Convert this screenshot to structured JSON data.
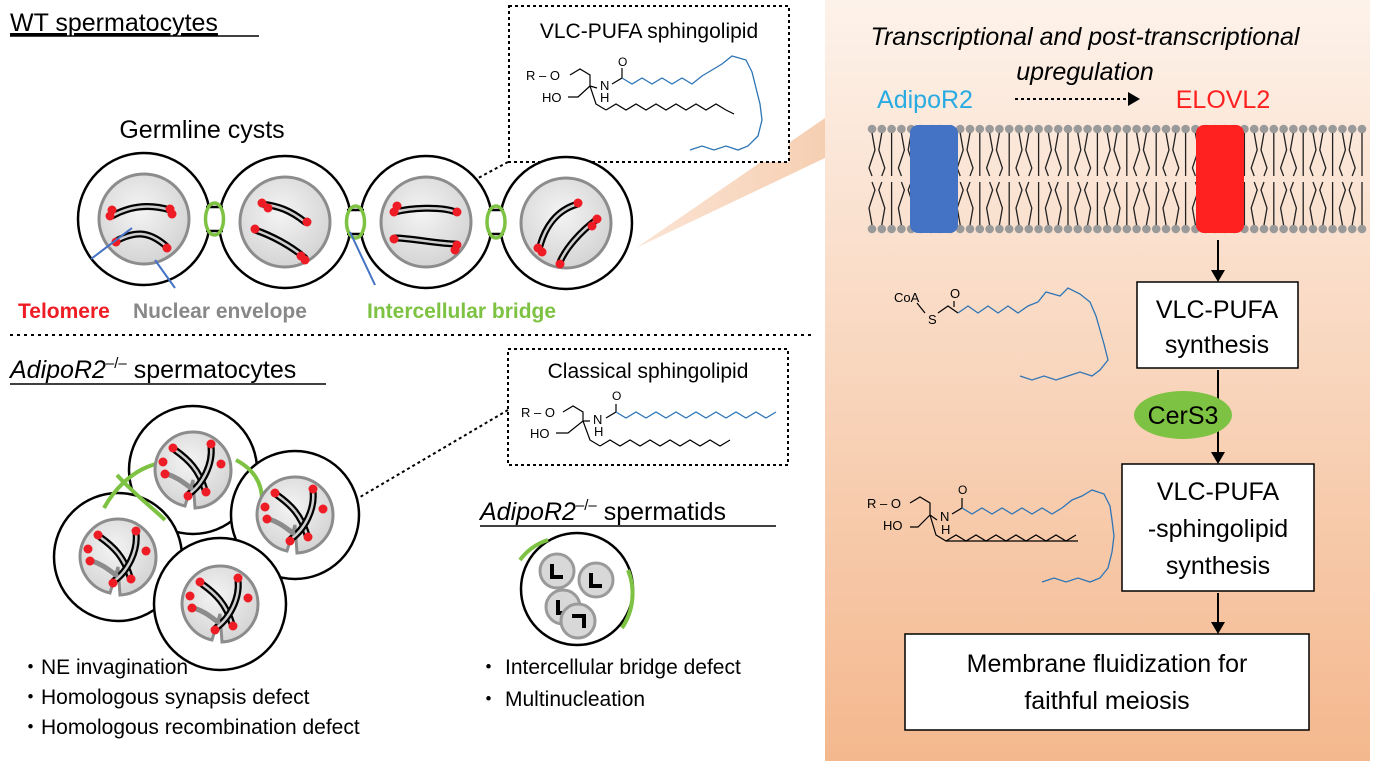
{
  "wt_panel": {
    "title": "WT spermatocytes",
    "cysts_label": "Germline cysts",
    "labels": {
      "telomere": "Telomere",
      "nuclear_envelope": "Nuclear envelope",
      "intercellular_bridge": "Intercellular bridge"
    },
    "molecule_box": {
      "title": "VLC-PUFA sphingolipid",
      "r_o": "R – O",
      "n": "N",
      "h": "H",
      "ho": "HO",
      "o": "O"
    }
  },
  "ko_panel": {
    "title_gene": "AdipoR2",
    "title_sup": "–/–",
    "title_rest": " spermatocytes",
    "molecule_box": {
      "title": "Classical sphingolipid",
      "r_o": "R – O",
      "n": "N",
      "h": "H",
      "ho": "HO",
      "o": "O"
    },
    "spermatids_gene": "AdipoR2",
    "spermatids_sup": "–/–",
    "spermatids_rest": " spermatids",
    "spermatocyte_defects": [
      "NE invagination",
      "Homologous synapsis defect",
      "Homologous recombination defect"
    ],
    "spermatid_defects": [
      "Intercellular bridge defect",
      "Multinucleation"
    ],
    "bullet": "・"
  },
  "mechanism_panel": {
    "header_line1": "Transcriptional and post-transcriptional",
    "header_line2": "upregulation",
    "adipor2": "AdipoR2",
    "elovl2": "ELOVL2",
    "coa": "CoA",
    "s": "S",
    "o": "O",
    "vlc_pufa_synthesis": [
      "VLC-PUFA",
      "synthesis"
    ],
    "cers3": "CerS3",
    "sphingolipid_synthesis": [
      "VLC-PUFA",
      "-sphingolipid",
      "synthesis"
    ],
    "final": [
      "Membrane fluidization for",
      "faithful meiosis"
    ],
    "r_o": "R – O",
    "n": "N",
    "h": "H",
    "ho": "HO"
  },
  "colors": {
    "telomere": "#ee1c24",
    "nuclear_envelope": "#888888",
    "bridge": "#7dc242",
    "adipor2": "#4472c4",
    "adipor2_text": "#29abe2",
    "elovl2": "#ff2020",
    "chain": "#2e75b6",
    "cers3": "#7dc242",
    "panel_top": "#fdf0e6",
    "panel_bottom": "#f3b68c"
  }
}
